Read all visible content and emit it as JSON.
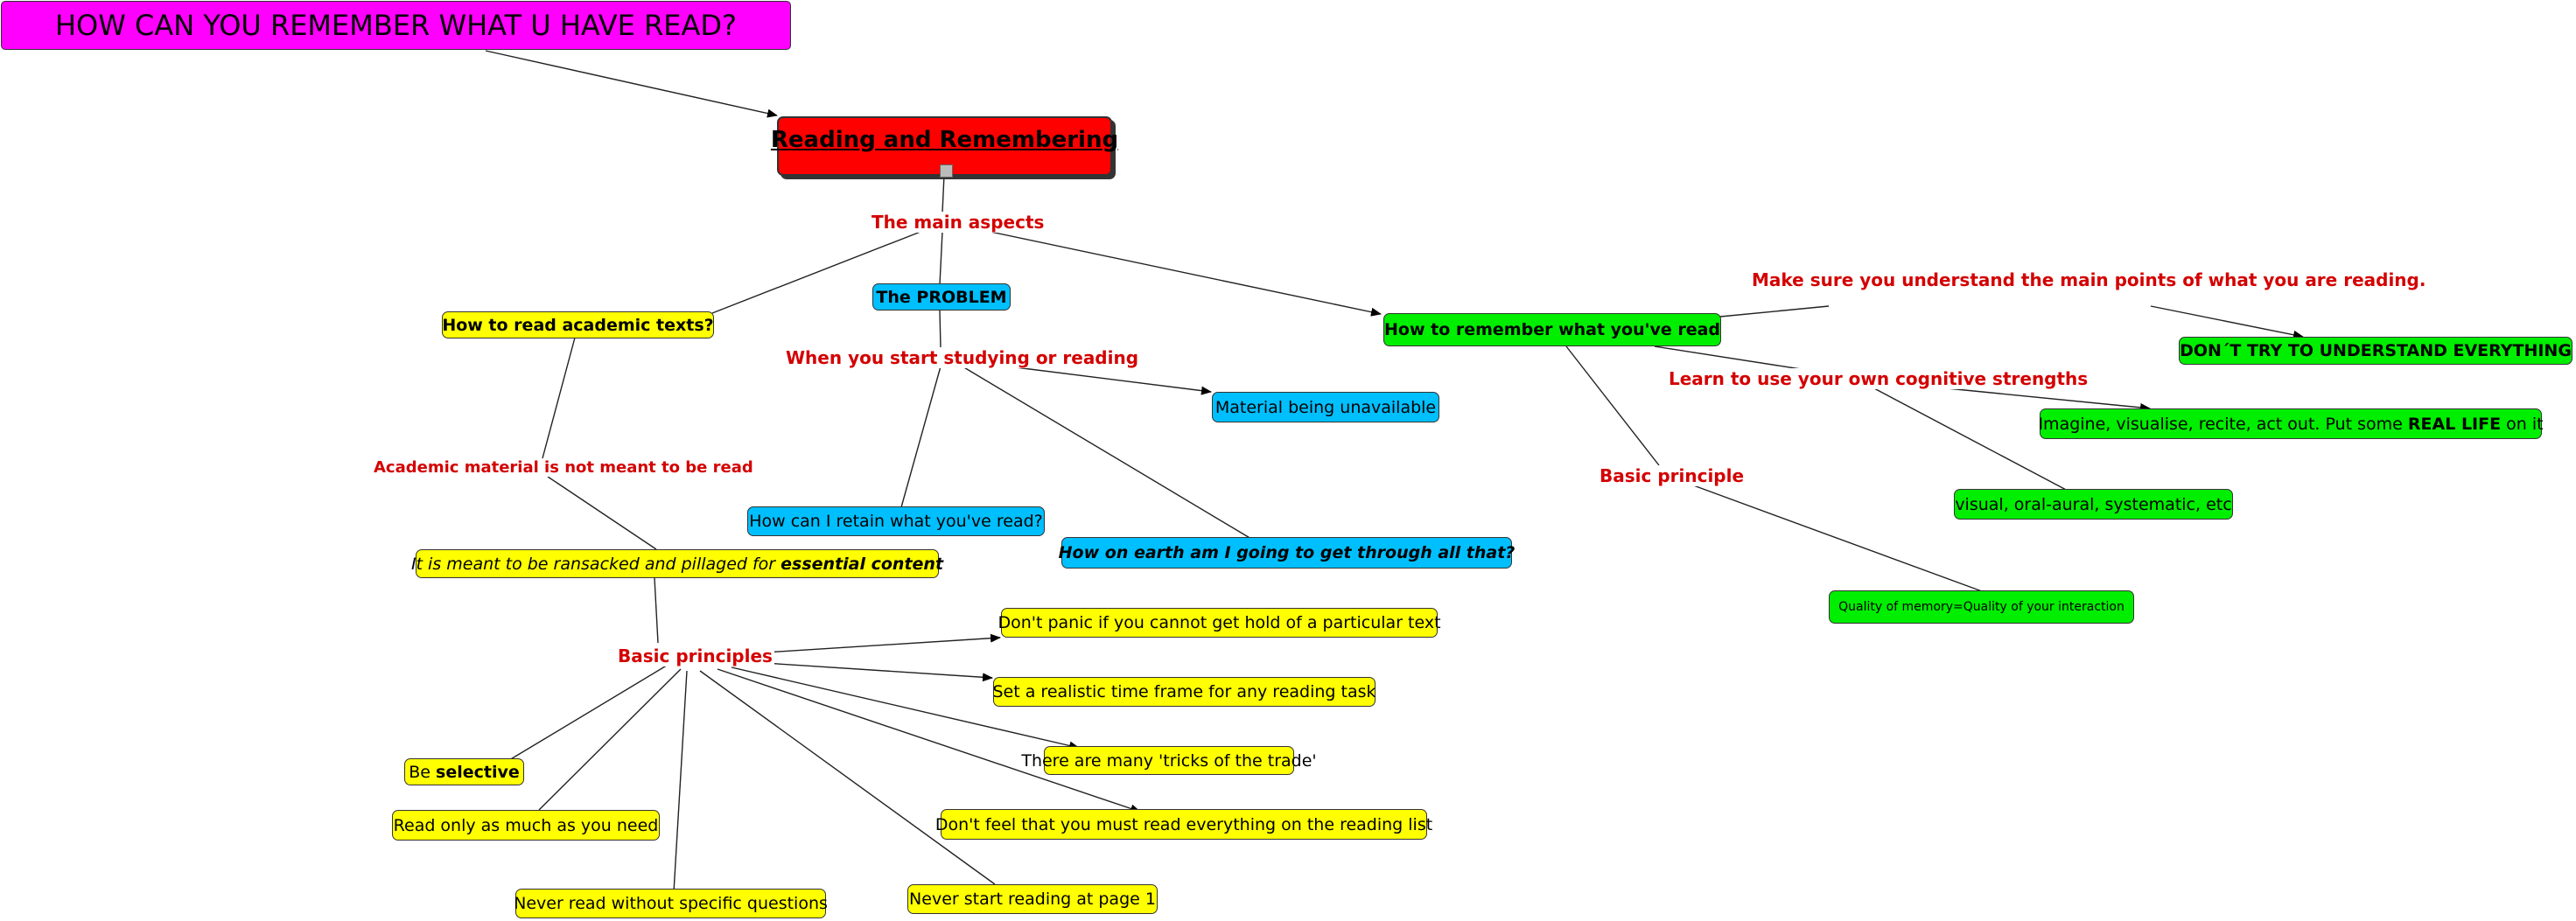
{
  "title": "HOW CAN YOU REMEMBER WHAT U HAVE READ?",
  "root": "Reading and Remembering",
  "labels": {
    "main_aspects": "The main aspects",
    "when_start": "When you start studying or reading",
    "academic_material": "Academic material is not meant to be read",
    "basic_principles": "Basic principles",
    "basic_principle": "Basic principle",
    "make_sure": "Make sure you understand the main points of what you are reading.",
    "learn_cognitive": "Learn to use your own cognitive strengths"
  },
  "nodes": {
    "how_to_read": "How to read academic texts?",
    "problem": "The PROBLEM",
    "how_to_remember": "How to remember what you've read",
    "material_unavailable": "Material being unavailable",
    "retain": "How can I retain what you've read?",
    "get_through": "How on earth am I going to get through all that?",
    "ransacked_prefix": "It is meant to be ransacked and pillaged for ",
    "ransacked_bold": "essential content",
    "dont_panic": "Don't panic if you cannot get hold of a particular text",
    "realistic": "Set a realistic time frame for any reading task",
    "tricks": "There are many 'tricks of the trade'",
    "dont_feel": "Don't feel that you must read everything on the reading list",
    "never_page1": "Never start reading at page 1",
    "never_without": "Never read without specific questions",
    "read_only": "Read only as much as you need",
    "be_prefix": "Be ",
    "be_bold": "selective",
    "dont_try": "DON´T TRY TO UNDERSTAND EVERYTHING",
    "imagine_prefix": "Imagine, visualise, recite, act out. Put some ",
    "imagine_bold": "REAL LIFE",
    "imagine_suffix": " on it",
    "visual": "visual, oral-aural, systematic, etc",
    "quality": "Quality of memory=Quality of your interaction"
  },
  "colors": {
    "title_bg": "#ff00ff",
    "root_bg": "#ff0000",
    "yellow": "#ffff00",
    "cyan": "#00bfff",
    "green": "#00ee00",
    "link_label": "#d40000"
  }
}
